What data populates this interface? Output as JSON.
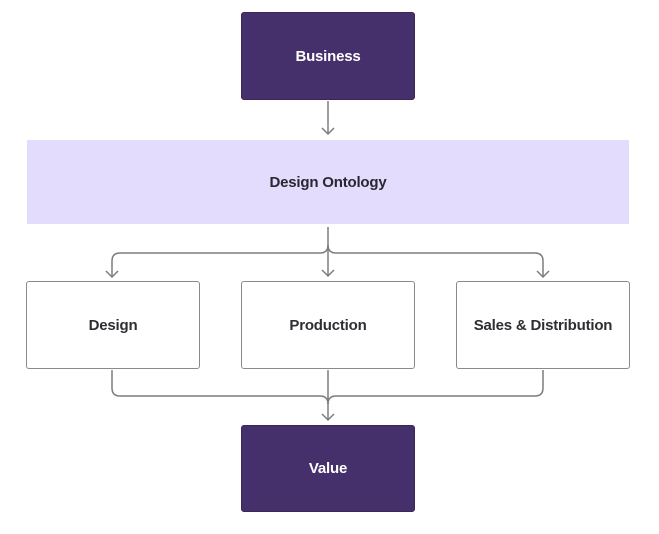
{
  "diagram": {
    "top": {
      "label": "Business"
    },
    "middle": {
      "label": "Design Ontology"
    },
    "stages": [
      {
        "label": "Design"
      },
      {
        "label": "Production"
      },
      {
        "label": "Sales & Distribution"
      }
    ],
    "bottom": {
      "label": "Value"
    }
  },
  "colors": {
    "dark_node": "#46306b",
    "ontology_band": "#e3dcfd",
    "connector": "#7d7d7d",
    "outline": "#8a8a8a"
  }
}
